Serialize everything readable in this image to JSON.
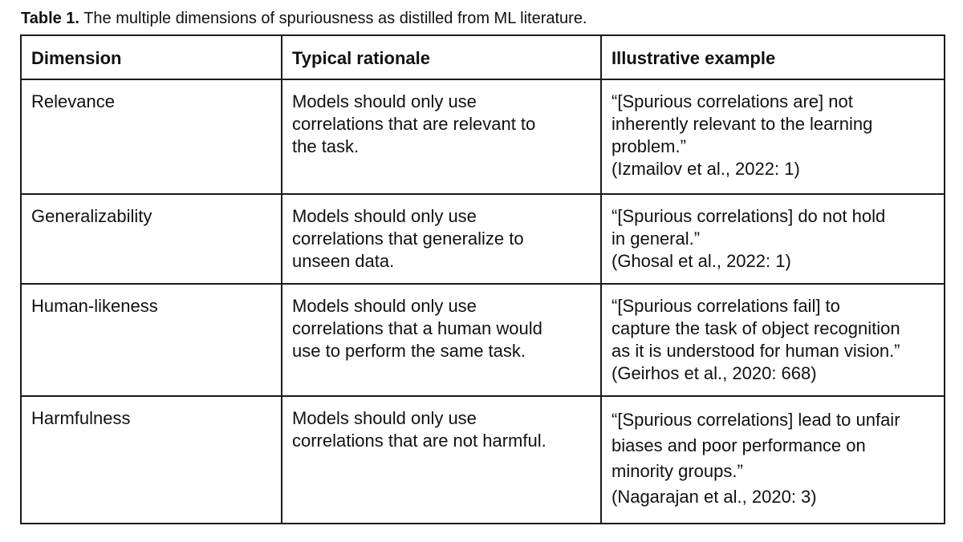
{
  "caption": {
    "label": "Table 1.",
    "text": " The multiple dimensions of spuriousness as distilled from ML literature."
  },
  "table": {
    "headers": [
      "Dimension",
      "Typical rationale",
      "Illustrative example"
    ],
    "rows": [
      {
        "dimension": "Relevance",
        "rationale": [
          "Models should only use",
          "correlations that are relevant to",
          "the task."
        ],
        "example": [
          "“[Spurious correlations are] not",
          "inherently relevant to the learning",
          "problem.”",
          "(Izmailov et al., 2022: 1)"
        ]
      },
      {
        "dimension": "Generalizability",
        "rationale": [
          "Models should only use",
          "correlations that generalize to",
          "unseen data."
        ],
        "example": [
          "“[Spurious correlations] do not hold",
          "in general.”",
          "(Ghosal et al., 2022: 1)"
        ]
      },
      {
        "dimension": "Human-likeness",
        "rationale": [
          "Models should only use",
          "correlations that a human would",
          "use to perform the same task."
        ],
        "example": [
          "“[Spurious correlations fail] to",
          "capture the task of object recognition",
          "as it is understood for human vision.”",
          "(Geirhos et al., 2020: 668)"
        ]
      },
      {
        "dimension": "Harmfulness",
        "rationale": [
          "Models should only use",
          "correlations that are not harmful."
        ],
        "example": [
          "“[Spurious correlations] lead to unfair",
          "biases and poor performance on",
          "minority groups.”",
          "(Nagarajan et al., 2020: 3)"
        ]
      }
    ]
  }
}
